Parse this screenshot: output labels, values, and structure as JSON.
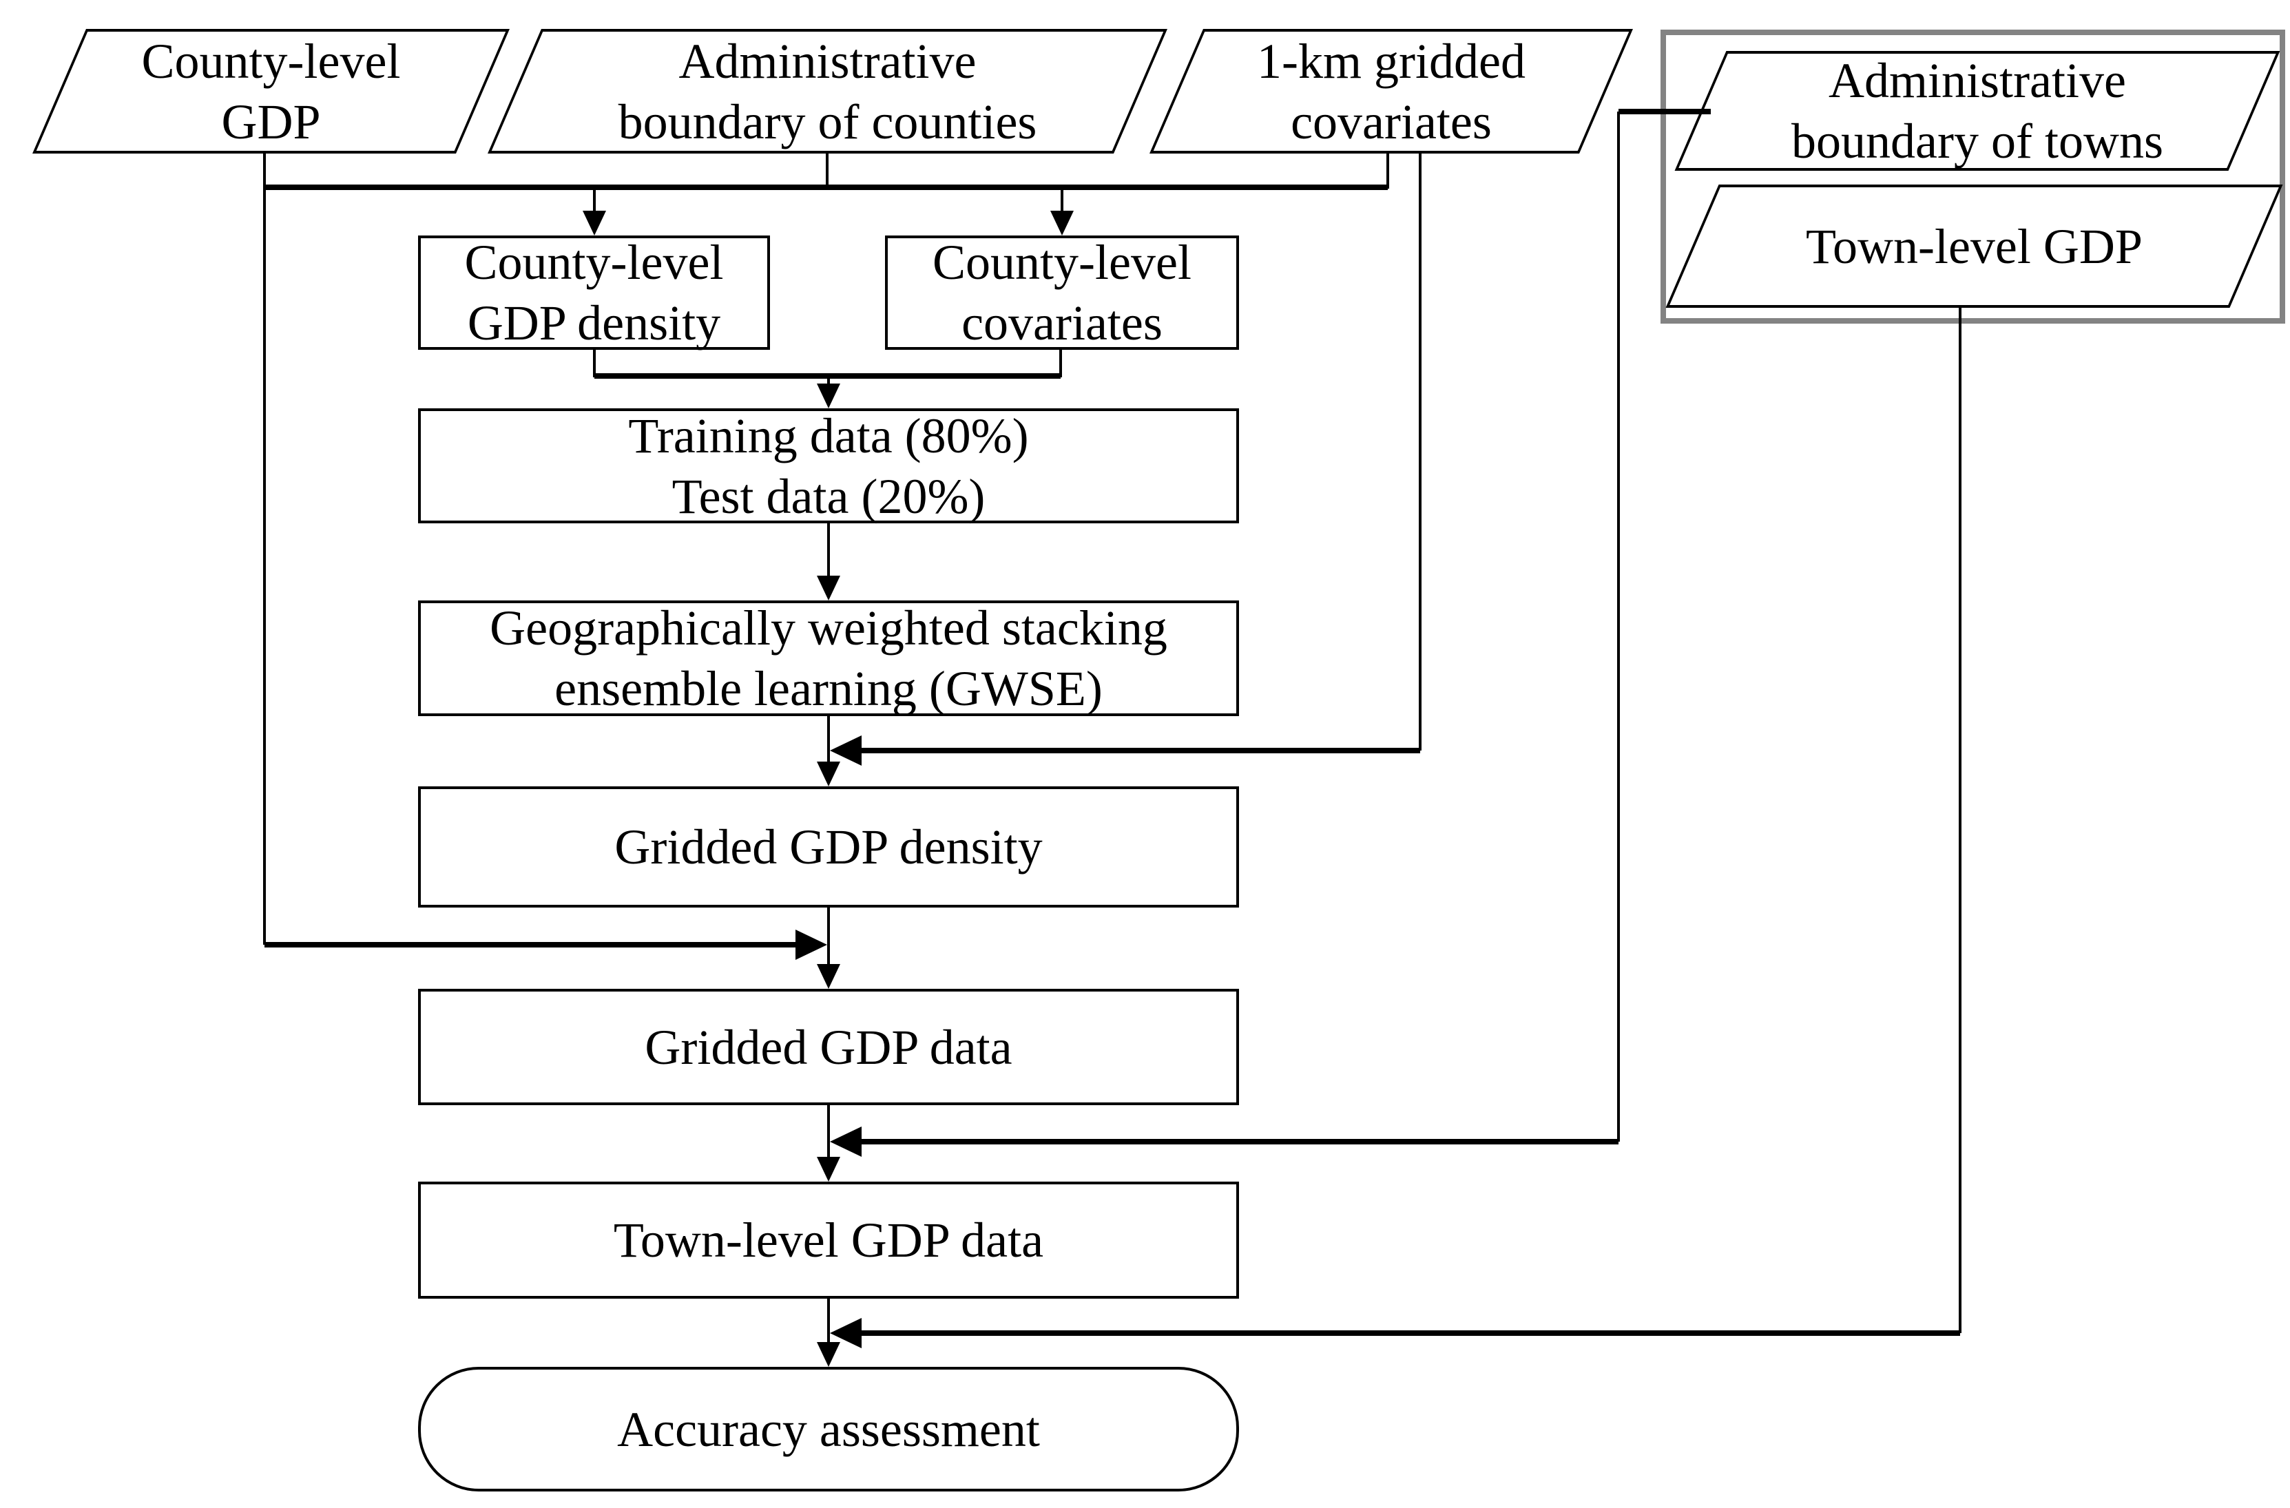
{
  "figure": {
    "type": "flowchart",
    "background": "#ffffff",
    "line_color": "#000000",
    "text_color": "#000000",
    "group_border_color": "#838383"
  },
  "nodes": {
    "county_gdp": {
      "shape": "parallelogram",
      "line1": "County-level",
      "line2": "GDP"
    },
    "admin_counties": {
      "shape": "parallelogram",
      "line1": "Administrative",
      "line2": "boundary of counties"
    },
    "covariates_1km": {
      "shape": "parallelogram",
      "line1": "1-km gridded",
      "line2": "covariates"
    },
    "admin_towns": {
      "shape": "parallelogram",
      "line1": "Administrative",
      "line2": "boundary of towns"
    },
    "town_gdp": {
      "shape": "parallelogram",
      "line1": "Town-level GDP"
    },
    "county_gdp_density": {
      "shape": "rectangle",
      "line1": "County-level",
      "line2": "GDP density"
    },
    "county_covariates": {
      "shape": "rectangle",
      "line1": "County-level",
      "line2": "covariates"
    },
    "train_test": {
      "shape": "rectangle",
      "line1": "Training data (80%)",
      "line2": "Test data (20%)"
    },
    "gwse": {
      "shape": "rectangle",
      "line1": "Geographically weighted stacking",
      "line2": "ensemble learning (GWSE)"
    },
    "gridded_gdp_density": {
      "shape": "rectangle",
      "line1": "Gridded GDP density"
    },
    "gridded_gdp_data": {
      "shape": "rectangle",
      "line1": "Gridded GDP data"
    },
    "town_gdp_data": {
      "shape": "rectangle",
      "line1": "Town-level GDP data"
    },
    "accuracy": {
      "shape": "rounded",
      "line1": "Accuracy assessment"
    }
  },
  "edges": [
    {
      "from": "county_gdp",
      "to": "county_gdp_density"
    },
    {
      "from": "admin_counties",
      "to": "county_gdp_density"
    },
    {
      "from": "admin_counties",
      "to": "county_covariates"
    },
    {
      "from": "covariates_1km",
      "to": "county_covariates"
    },
    {
      "from": "county_gdp_density",
      "to": "train_test"
    },
    {
      "from": "county_covariates",
      "to": "train_test"
    },
    {
      "from": "train_test",
      "to": "gwse"
    },
    {
      "from": "gwse",
      "to": "gridded_gdp_density"
    },
    {
      "from": "covariates_1km",
      "to": "gridded_gdp_density"
    },
    {
      "from": "gridded_gdp_density",
      "to": "gridded_gdp_data"
    },
    {
      "from": "county_gdp",
      "to": "gridded_gdp_data"
    },
    {
      "from": "gridded_gdp_data",
      "to": "town_gdp_data"
    },
    {
      "from": "admin_towns",
      "to": "town_gdp_data"
    },
    {
      "from": "town_gdp_data",
      "to": "accuracy"
    },
    {
      "from": "town_gdp",
      "to": "accuracy"
    }
  ]
}
